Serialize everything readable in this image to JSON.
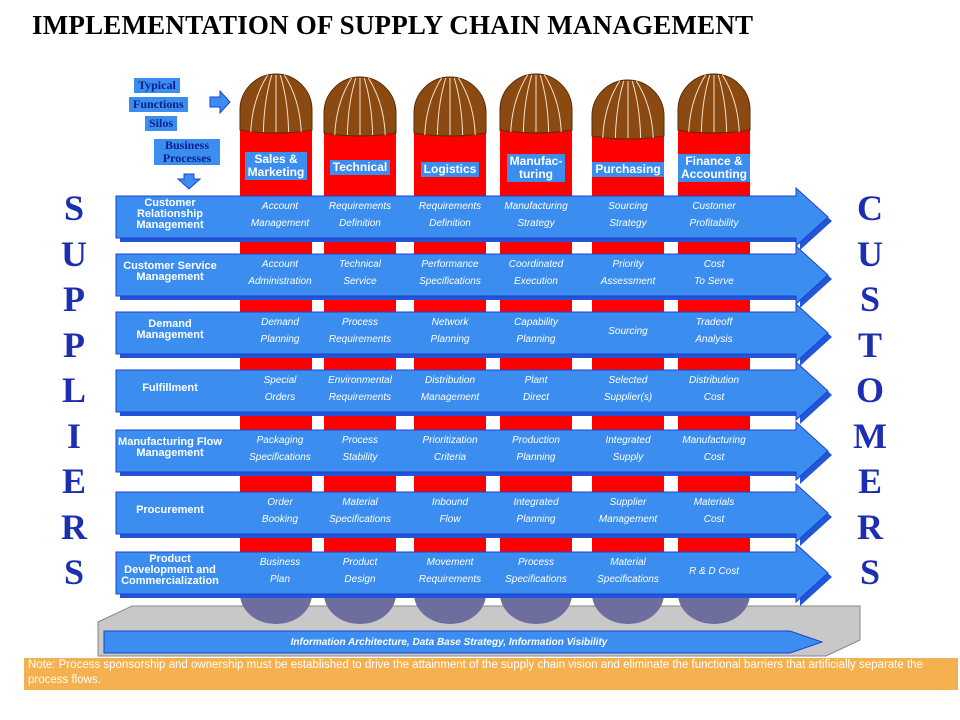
{
  "title": "IMPLEMENTATION OF SUPPLY CHAIN MANAGEMENT",
  "legend": {
    "line1": "Typical",
    "line2": "Functions",
    "line3": "Silos",
    "business_processes": "Business\nProcesses"
  },
  "suppliers": "SUPPLIERS",
  "customers": "CUSTOMERS",
  "functions": [
    {
      "label": "Sales &\nMarketing"
    },
    {
      "label": "Technical"
    },
    {
      "label": "Logistics"
    },
    {
      "label": "Manufac-\nturing"
    },
    {
      "label": "Purchasing"
    },
    {
      "label": "Finance &\nAccounting"
    }
  ],
  "processes": [
    {
      "name": "Customer\nRelationship\nManagement",
      "cells": [
        "Account\nManagement",
        "Requirements\nDefinition",
        "Requirements\nDefinition",
        "Manufacturing\nStrategy",
        "Sourcing\nStrategy",
        "Customer\nProfitability"
      ]
    },
    {
      "name": "Customer Service\nManagement",
      "cells": [
        "Account\nAdministration",
        "Technical\nService",
        "Performance\nSpecifications",
        "Coordinated\nExecution",
        "Priority\nAssessment",
        "Cost\nTo Serve"
      ]
    },
    {
      "name": "Demand\nManagement",
      "cells": [
        "Demand\nPlanning",
        "Process\nRequirements",
        "Network\nPlanning",
        "Capability\nPlanning",
        "Sourcing",
        "Tradeoff\nAnalysis"
      ]
    },
    {
      "name": "Fulfillment",
      "cells": [
        "Special\nOrders",
        "Environmental\nRequirements",
        "Distribution\nManagement",
        "Plant\nDirect",
        "Selected\nSupplier(s)",
        "Distribution\nCost"
      ]
    },
    {
      "name": "Manufacturing Flow\nManagement",
      "cells": [
        "Packaging\nSpecifications",
        "Process\nStability",
        "Prioritization\nCriteria",
        "Production\nPlanning",
        "Integrated\nSupply",
        "Manufacturing\nCost"
      ]
    },
    {
      "name": "Procurement",
      "cells": [
        "Order\nBooking",
        "Material\nSpecifications",
        "Inbound\nFlow",
        "Integrated\nPlanning",
        "Supplier\nManagement",
        "Materials\nCost"
      ]
    },
    {
      "name": "Product\nDevelopment and\nCommercialization",
      "cells": [
        "Business\nPlan",
        "Product\nDesign",
        "Movement\nRequirements",
        "Process\nSpecifications",
        "Material\nSpecifications",
        "R & D Cost"
      ]
    }
  ],
  "info_bar": "Information Architecture, Data Base Strategy, Information Visibility",
  "note": "Note: Process sponsorship and ownership must be established to drive the attainment of the supply chain vision and eliminate the functional barriers that artificially separate the process flows.",
  "colors": {
    "silo_red": "#ff0000",
    "silo_cap_brown": "#8b4a12",
    "silo_base": "#6e6e9e",
    "process_blue": "#3b8ef0",
    "process_shadow": "#2255d8",
    "letter_blue": "#1c2fb0",
    "note_orange": "#f5b050",
    "platform_gray": "#c8c8c8"
  },
  "icons": [
    "arrow-right-icon",
    "arrow-down-icon",
    "process-arrow-icon"
  ]
}
